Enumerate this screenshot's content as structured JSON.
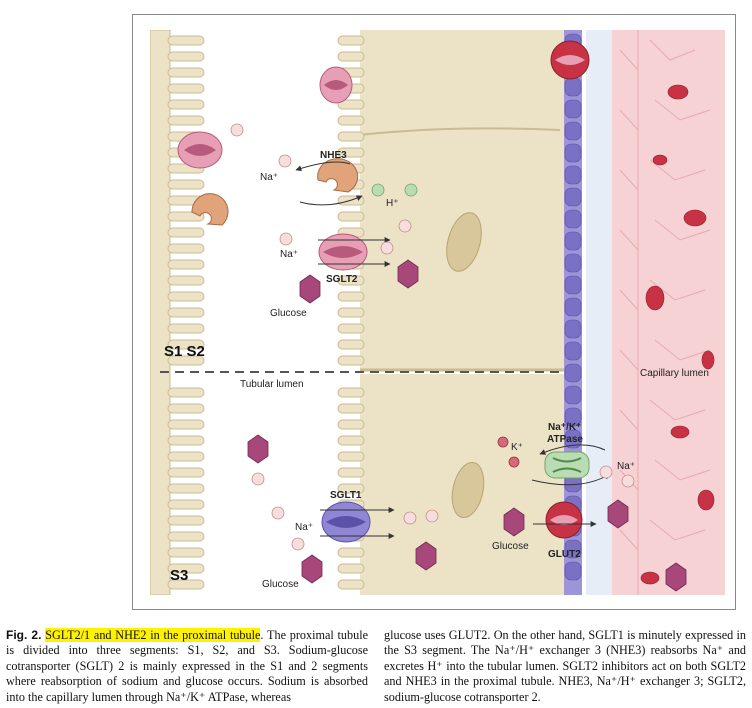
{
  "diagram": {
    "segments": {
      "upper": "S1 S2",
      "lower": "S3"
    },
    "regions": {
      "tubular_lumen": "Tubular lumen",
      "capillary_lumen": "Capillary lumen"
    },
    "transporters": {
      "nhe3": "NHE3",
      "sglt2": "SGLT2",
      "sglt1": "SGLT1",
      "glut2": "GLUT2",
      "atpase_line1": "Na⁺/K⁺",
      "atpase_line2": "ATPase"
    },
    "ions": {
      "na": "Na⁺",
      "h": "H⁺",
      "k": "K⁺",
      "glucose": "Glucose"
    },
    "colors": {
      "cell": "#ece2c6",
      "membrane": "#c9bb93",
      "capillary": "#f6d2d4",
      "basement": "#7a70c4",
      "nhe3": "#e0a37a",
      "sglt": "#e79fb5",
      "sglt1": "#8f86d4",
      "atpase": "#b9dcb4",
      "glucose": "#a8477a",
      "rbc": "#c83245"
    }
  },
  "caption": {
    "fig_label": "Fig. 2.",
    "highlight": "SGLT2/1 and NHE2 in the proximal tubule",
    "left_text": ". The proximal tubule is divided into three segments: S1, S2, and S3. Sodium-glucose cotransporter (SGLT) 2 is mainly expressed in the S1 and 2 segments where reabsorption of sodium and glucose occurs. Sodium is absorbed into the capillary lumen through Na⁺/K⁺ ATPase, whereas",
    "right_text": "glucose uses GLUT2. On the other hand, SGLT1 is minutely expressed in the S3 segment. The Na⁺/H⁺ exchanger 3 (NHE3) reabsorbs Na⁺ and excretes H⁺ into the tubular lumen. SGLT2 inhibitors act on both SGLT2 and NHE3 in the proximal tubule. NHE3, Na⁺/H⁺ exchanger 3; SGLT2, sodium-glucose cotransporter 2."
  }
}
